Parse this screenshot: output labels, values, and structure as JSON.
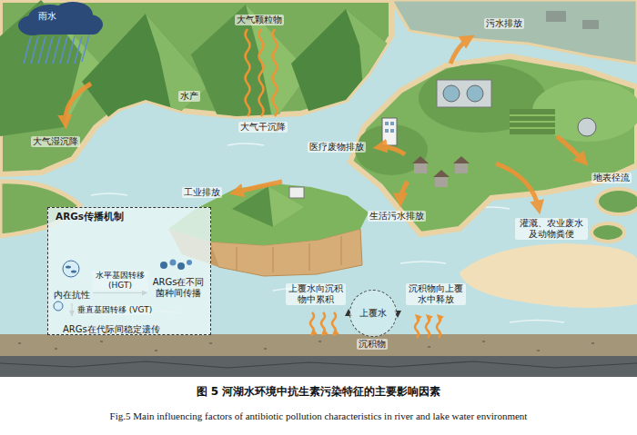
{
  "diagram": {
    "caption": "图 5 河湖水环境中抗生素污染特征的主要影响因素",
    "nodes": [
      {
        "text": [
          "ARGs传播机制"
        ]
      },
      {
        "text": [
          "内在抗性"
        ],
        "in": 0
      },
      {
        "text": [
          "ARGs在不同菌种间传播"
        ],
        "in": 0
      },
      {
        "text": [
          "ARGs在代际间稳定遗传"
        ],
        "in": 0
      },
      {
        "text": [
          "上覆水"
        ]
      }
    ],
    "edges": [
      {
        "from": 1,
        "to": 2,
        "arrow": "to",
        "label": "水平基因转移 (HGT)"
      },
      {
        "from": 1,
        "to": 3,
        "arrow": "to",
        "label": "垂直基因转移 (VGT)"
      }
    ],
    "labels": [
      "雨水",
      "大气颗粒物",
      "水产",
      "大气湿沉降",
      "大气干沉降",
      "医疗废物排放",
      "污水排放",
      "工业排放",
      "地表径流",
      "生活污水排放",
      "灌溉、农业废水及动物粪便",
      "上覆水向沉积物中累积",
      "沉积物向上覆水中释放",
      "沉积物",
      "Fig.5 Main influencing factors of antibiotic pollution characteristics in river and lake water environment"
    ]
  }
}
